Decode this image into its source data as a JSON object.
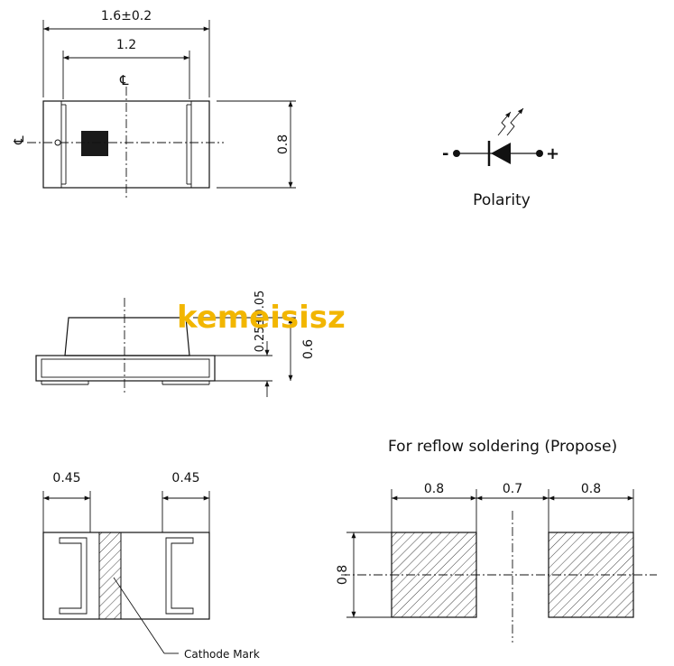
{
  "top_view": {
    "overall_length": "1.6±0.2",
    "inner_length": "1.2",
    "width": "0.8",
    "centerline_mark": "℄"
  },
  "polarity": {
    "label": "Polarity",
    "minus": "-",
    "plus": "+"
  },
  "side_view": {
    "terminal_height": "0.25±0.05",
    "total_height": "0.6"
  },
  "bottom_view": {
    "left_pad": "0.45",
    "right_pad": "0.45",
    "cathode_mark_label": "Cathode Mark"
  },
  "footprint": {
    "title": "For reflow soldering (Propose)",
    "pad_width": "0.8",
    "gap": "0.7",
    "pad_width_right": "0.8",
    "pad_height": "0.8"
  },
  "watermark": {
    "text": "kemeisisz"
  },
  "colors": {
    "line": "#111111",
    "watermark": "#f2b600"
  }
}
